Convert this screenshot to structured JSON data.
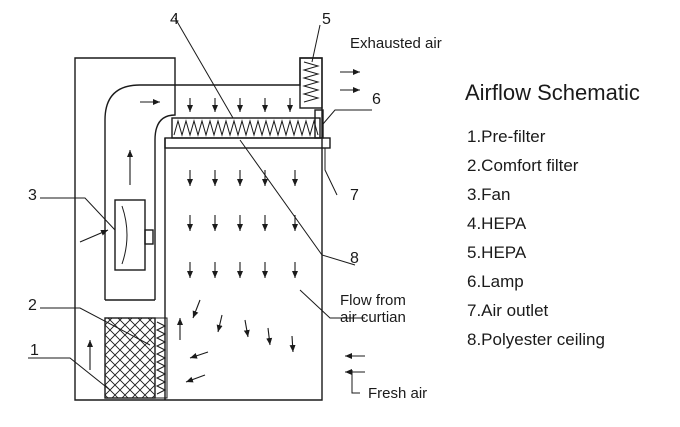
{
  "title": "Airflow Schematic",
  "legend": [
    "1.Pre-filter",
    "2.Comfort filter",
    "3.Fan",
    "4.HEPA",
    "5.HEPA",
    "6.Lamp",
    "7.Air outlet",
    "8.Polyester ceiling"
  ],
  "callouts": [
    "1",
    "2",
    "3",
    "4",
    "5",
    "6",
    "7",
    "8"
  ],
  "annotations": {
    "exhausted_air": "Exhausted air",
    "flow_from": "Flow from",
    "air_curtain": "air curtian",
    "fresh_air": "Fresh air"
  }
}
